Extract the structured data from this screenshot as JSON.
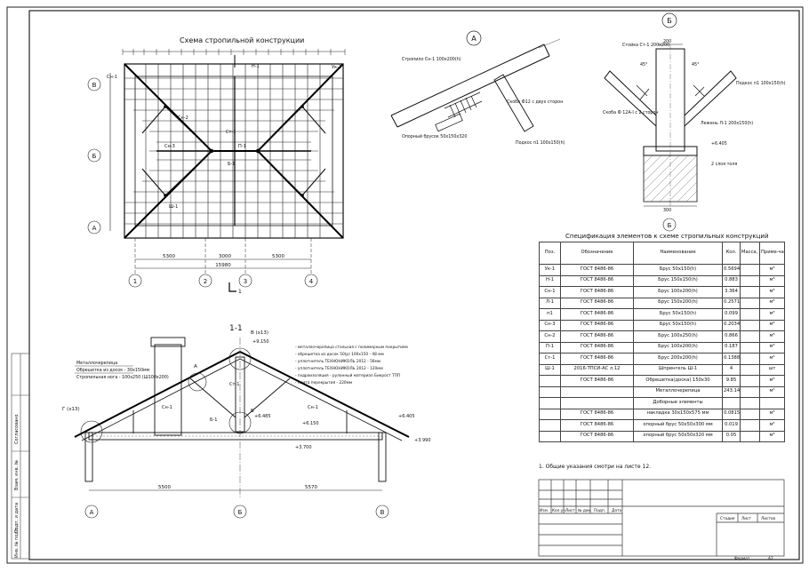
{
  "plan": {
    "title": "Схема стропильной конструкции",
    "axis_rows": [
      "В",
      "Б",
      "А"
    ],
    "axis_cols": [
      "1",
      "2",
      "3",
      "4"
    ],
    "dims_bottom": [
      "5300",
      "3000",
      "5300"
    ],
    "dim_total": "15980",
    "elements": [
      "Ук-1",
      "Сн-1",
      "Сн-2",
      "Сн-3",
      "Н-1",
      "П-1",
      "Ст-1",
      "Ш-1",
      "Б-1"
    ],
    "section_mark": "1"
  },
  "node_a": {
    "title": "А",
    "labels": [
      "Стропило Сн-1 100х200(h)",
      "Скоба Ф12 с двух сторон",
      "Опорный брусок 50х150х320",
      "Подкос п1 100х150(h)"
    ]
  },
  "node_b": {
    "title": "Б",
    "labels": [
      "Стойка Ст-1 200х200",
      "Подкос п1 100х150(h)",
      "Скоба Ф 12А-I с 2 сторон",
      "Лежень Л-1 200х150(h)",
      "+6.405",
      "2 слоя толя"
    ],
    "dims": [
      "200",
      "45°",
      "45°",
      "300"
    ]
  },
  "section": {
    "title": "1-1",
    "labels": [
      "Металлочерепица",
      "Обрешетка из досок - 30х150мм",
      "Стропильная нога - 100х250 (Ш100х200)"
    ],
    "layers": [
      "- металлочерепица стальная с полимерным покрытием",
      "- обрешетка из досок 50(р) 100х150 - 48 мм",
      "- уплотнитель ТЕХНОНИКОЛЬ 2012 - 56мм",
      "- уплотнитель ТЕХНОНИКОЛЬ 2012 - 120мм",
      "- гидроизоляция - рулонный материал Бикрост ТПП",
      "- плита перекрытия - 220мм"
    ],
    "marks": [
      "+9.150",
      "+6.485",
      "+6.150",
      "+6.405",
      "+3.990",
      "+3.700"
    ],
    "axes": [
      "А",
      "Б",
      "В"
    ],
    "dims": [
      "5500",
      "5570"
    ],
    "node_refs": [
      "А",
      "Б",
      "В (х13)",
      "Г (х13)"
    ]
  },
  "spec": {
    "title": "Спецификация элементов к схеме стропильных конструкций",
    "headers": [
      "Поз.",
      "Обозначение",
      "Наименование",
      "Кол.",
      "Масса, ед., кг",
      "Приме-чание"
    ],
    "rows": [
      [
        "Ук-1",
        "ГОСТ 8486-86",
        "Брус 50х150(h)",
        "0.5694",
        "",
        "м³"
      ],
      [
        "Н-1",
        "ГОСТ 8486-86",
        "Брус 150х150(h)",
        "0.883",
        "",
        "м³"
      ],
      [
        "Сн-1",
        "ГОСТ 8486-86",
        "Брус 100х200(h)",
        "3.364",
        "",
        "м³"
      ],
      [
        "Л-1",
        "ГОСТ 8486-86",
        "Брус 150х200(h)",
        "0.2571",
        "",
        "м³"
      ],
      [
        "п1",
        "ГОСТ 8486-86",
        "Брус 50х150(h)",
        "0.099",
        "",
        "м³"
      ],
      [
        "Сн-3",
        "ГОСТ 8486-86",
        "Брус 50х150(h)",
        "0.2034",
        "",
        "м³"
      ],
      [
        "Сн-2",
        "ГОСТ 8486-86",
        "Брус 100х250(h)",
        "0.866",
        "",
        "м³"
      ],
      [
        "П-1",
        "ГОСТ 8486-86",
        "Брус 100х200(h)",
        "0.187",
        "",
        "м³"
      ],
      [
        "Ст-1",
        "ГОСТ 8486-86",
        "Брус 200х200(h)",
        "0.1388",
        "",
        "м³"
      ],
      [
        "Ш-1",
        "2016-ТПСИ-АС л.12",
        "Шпренгель Ш-1",
        "4",
        "",
        "шт"
      ],
      [
        "",
        "ГОСТ 8486-86",
        "Обрешетка(доска) 150х30",
        "9.85",
        "",
        "м³"
      ],
      [
        "",
        "",
        "Металлочерепица",
        "243.14",
        "",
        "м²"
      ],
      [
        "",
        "",
        "Доборные элементы",
        "",
        "",
        ""
      ],
      [
        "",
        "ГОСТ 8486-86",
        "накладка 30х150х575 мм",
        "0.0815",
        "",
        "м³"
      ],
      [
        "",
        "ГОСТ 8486-86",
        "опорный брус 50х50х300 мм",
        "0.019",
        "",
        "м³"
      ],
      [
        "",
        "ГОСТ 8486-86",
        "опорный брус 50х50х320 мм",
        "0.05",
        "",
        "м³"
      ]
    ]
  },
  "notes": {
    "text": "1. Общие указания смотри на листе 12."
  },
  "title_block": {
    "cols": [
      "Изм.",
      "Кол.уч.",
      "Лист",
      "№ док.",
      "Подп.",
      "Дата"
    ],
    "stage": "Стадия",
    "sheet": "Лист",
    "sheets": "Листов",
    "format_label": "Формат",
    "format": "А2"
  },
  "side_stamp": [
    "Согласовано",
    "Взам. инв. №",
    "Подп. и дата",
    "Инв. № подл."
  ]
}
